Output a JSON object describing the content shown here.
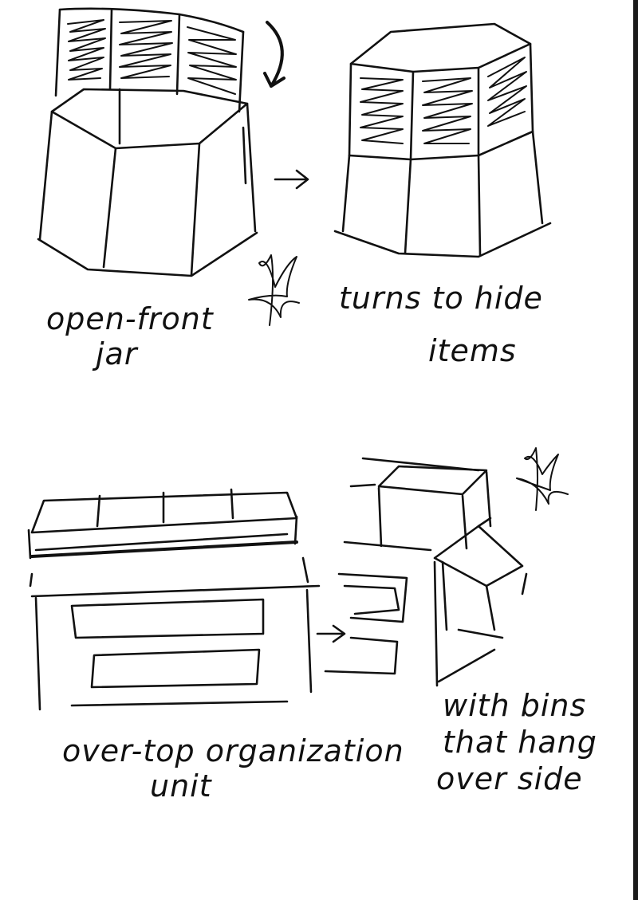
{
  "sketches": [
    {
      "id": "open-front-jar",
      "caption_lines": [
        "open-front",
        "jar"
      ]
    },
    {
      "id": "turns-to-hide",
      "caption_lines": [
        "turns to hide",
        "items"
      ]
    },
    {
      "id": "over-top-unit",
      "caption_lines": [
        "over-top organization",
        "unit"
      ]
    },
    {
      "id": "bins-over-side",
      "caption_lines": [
        "with bins",
        "that hang",
        "over side"
      ]
    }
  ],
  "ink_color": "#111111",
  "paper_color": "#ffffff"
}
